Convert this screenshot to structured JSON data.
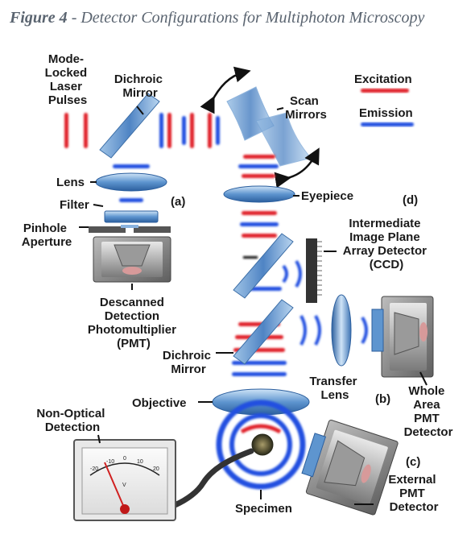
{
  "title": {
    "figure": "Figure 4",
    "subtitle": " - Detector Configurations for Multiphoton Microscopy"
  },
  "legend": {
    "excitation": "Excitation",
    "emission": "Emission",
    "excitation_color": "#e0202a",
    "emission_color": "#2050e0"
  },
  "labels": {
    "laser": [
      "Mode-",
      "Locked",
      "Laser",
      "Pulses"
    ],
    "dichroic_top": [
      "Dichroic",
      "Mirror"
    ],
    "scan": [
      "Scan",
      "Mirrors"
    ],
    "lens": "Lens",
    "filter": "Filter",
    "pinhole": [
      "Pinhole",
      "Aperture"
    ],
    "tag_a": "(a)",
    "descanned": [
      "Descanned",
      "Detection",
      "Photomultiplier",
      "(PMT)"
    ],
    "eyepiece": "Eyepiece",
    "tag_d": "(d)",
    "ccd": [
      "Intermediate",
      "Image Plane",
      "Array Detector",
      "(CCD)"
    ],
    "dichroic_bottom": [
      "Dichroic",
      "Mirror"
    ],
    "transfer": [
      "Transfer",
      "Lens"
    ],
    "tag_b": "(b)",
    "whole_area": [
      "Whole",
      "Area",
      "PMT",
      "Detector"
    ],
    "objective": "Objective",
    "non_optical": [
      "Non-Optical",
      "Detection"
    ],
    "tag_c": "(c)",
    "external": [
      "External",
      "PMT",
      "Detector"
    ],
    "specimen": "Specimen",
    "meter_scale": [
      "-20",
      "-10",
      "0",
      "10",
      "20"
    ],
    "meter_unit": "V"
  }
}
